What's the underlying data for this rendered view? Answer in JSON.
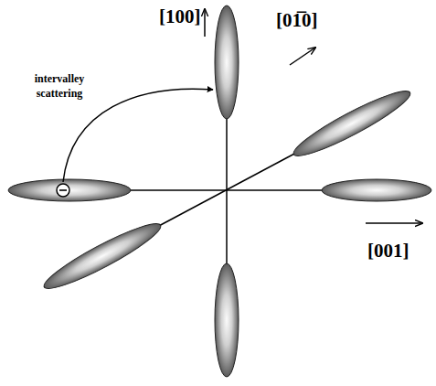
{
  "diagram": {
    "labels": [
      "[100]",
      "[01̅0]",
      "intervalley scattering",
      "[001]"
    ]
  }
}
